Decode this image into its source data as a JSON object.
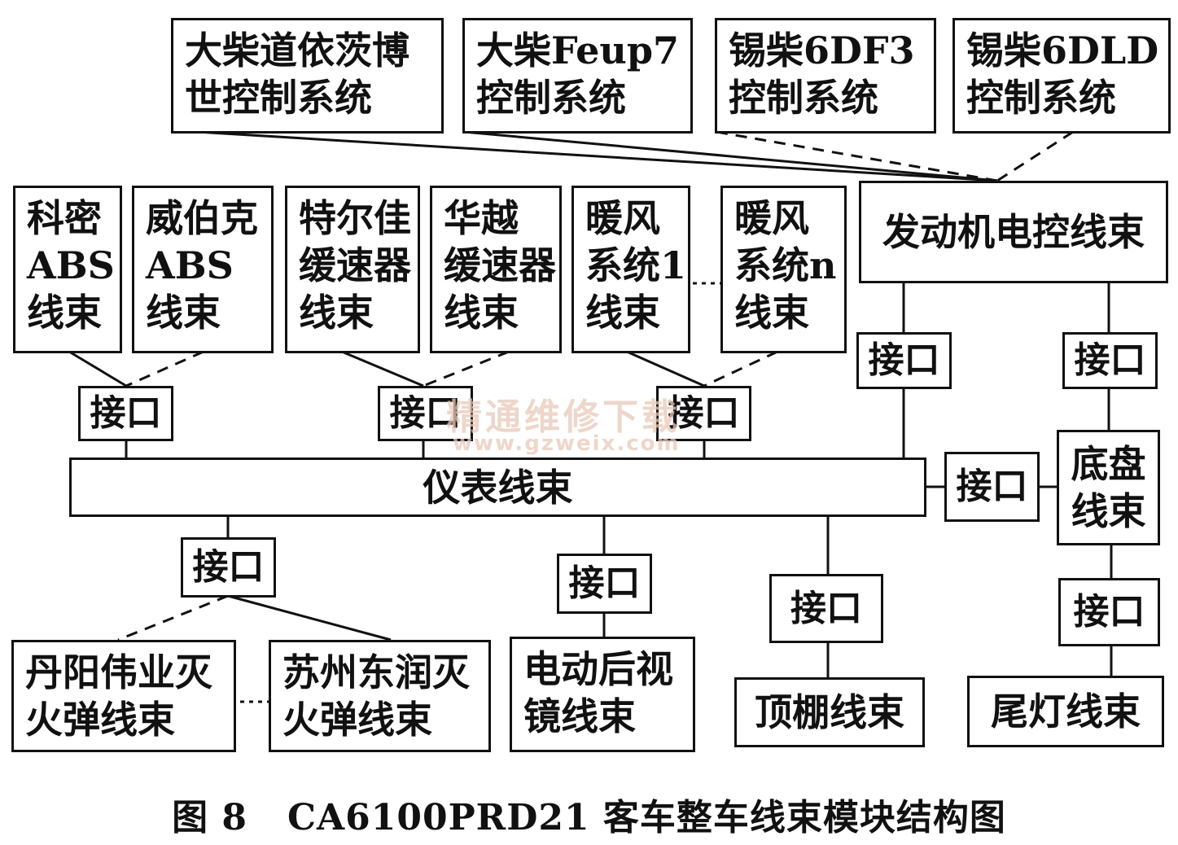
{
  "engine_systems": [
    {
      "id": "dachai-deutz",
      "label": "大柴道依茨博\n世控制系统"
    },
    {
      "id": "dachai-feup7",
      "label": "大柴Feup7\n控制系统"
    },
    {
      "id": "xichai-6df3",
      "label": "锡柴6DF3\n控制系统"
    },
    {
      "id": "xichai-6dld",
      "label": "锡柴6DLD\n控制系统"
    }
  ],
  "engine_harness": "发动机电控线束",
  "top_harnesses": [
    {
      "id": "kemi-abs",
      "label": "科密\nABS\n线束"
    },
    {
      "id": "weibo-abs",
      "label": "威伯克\nABS\n线束"
    },
    {
      "id": "teerjia",
      "label": "特尔佳\n缓速器\n线束"
    },
    {
      "id": "huayue",
      "label": "华越\n缓速器\n线束"
    },
    {
      "id": "heater-1",
      "label": "暖风\n系统1\n线束"
    },
    {
      "id": "heater-n",
      "label": "暖风\n系统n\n线束"
    }
  ],
  "interface_label": "接口",
  "main_harness": "仪表线束",
  "chassis_harness": "底盘\n线束",
  "bottom_harnesses": [
    {
      "id": "danyang",
      "label": "丹阳伟业灭\n火弹线束"
    },
    {
      "id": "suzhou",
      "label": "苏州东润灭\n火弹线束"
    },
    {
      "id": "mirror",
      "label": "电动后视\n镜线束"
    },
    {
      "id": "roof",
      "label": "顶棚线束"
    },
    {
      "id": "taillight",
      "label": "尾灯线束"
    }
  ],
  "caption": "图 8   CA6100PRD21 客车整车线束模块结构图",
  "watermark": {
    "title": "精通维修下载",
    "url": "www.gzweix.com"
  }
}
